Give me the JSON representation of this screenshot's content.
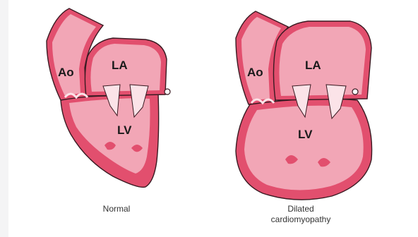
{
  "colors": {
    "background": "#f4f4f5",
    "panel": "#ffffff",
    "wall": "#e24f6e",
    "chamber": "#f2a6b6",
    "valve": "#fbe3e8",
    "outline": "#3a1a22"
  },
  "normal_heart": {
    "labels": {
      "aorta": "Ao",
      "left_atrium": "LA",
      "left_ventricle": "LV"
    },
    "caption": "Normal"
  },
  "dilated_heart": {
    "labels": {
      "aorta": "Ao",
      "left_atrium": "LA",
      "left_ventricle": "LV"
    },
    "caption_line1": "Dilated",
    "caption_line2": "cardiomyopathy"
  }
}
